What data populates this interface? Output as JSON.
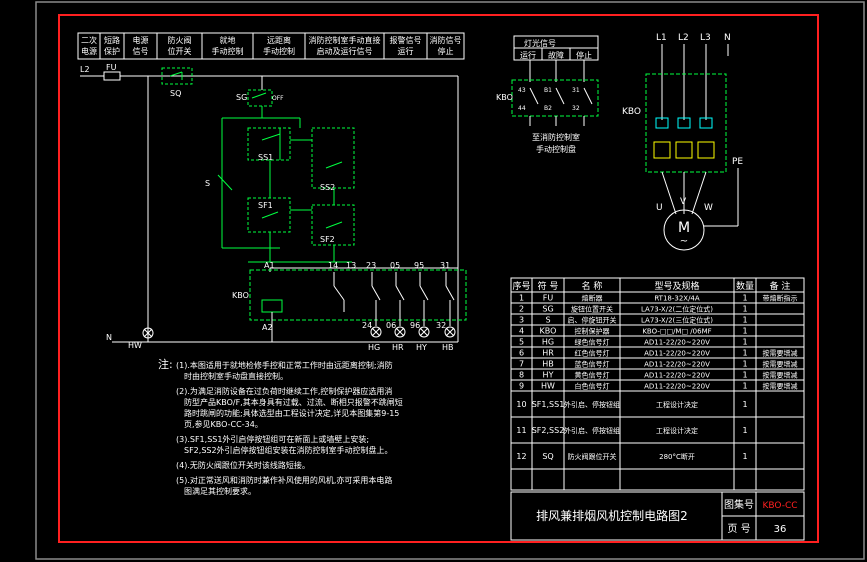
{
  "colors": {
    "background": "#000000",
    "outer_border": "#8a8a8a",
    "frame": "#ff2020",
    "wire": "#ffffff",
    "control": "#00ff40",
    "device": "#00ffff",
    "text": "#ffffff"
  },
  "header_cells": [
    "二次\n电源",
    "短路\n保护",
    "电源\n信号",
    "防火阀\n位开关",
    "就地\n手动控制",
    "远距离\n手动控制",
    "消防控制室手动直接\n启动及运行信号",
    "报警信号\n运行",
    "消防信号\n停止"
  ],
  "circuit_labels": {
    "l2": "L2",
    "n": "N",
    "fu": "FU",
    "sq": "SQ",
    "sg": "SG",
    "off": "OFF",
    "s": "S",
    "ss1": "SS1",
    "ss2": "SS2",
    "sf1": "SF1",
    "sf2": "SF2",
    "kbo_main": "KBO",
    "a1": "A1",
    "a2": "A2",
    "n14": "14",
    "n13": "13",
    "n23": "23",
    "n05": "05",
    "n95": "95",
    "n31": "31",
    "n24": "24",
    "n06": "06",
    "n96": "96",
    "n32": "32",
    "hw": "HW",
    "hg": "HG",
    "hr": "HR",
    "hy": "HY",
    "hb": "HB"
  },
  "remote_panel": {
    "header": [
      "灯光信号",
      "运行",
      "故障",
      "停止"
    ],
    "kbo": "KBO",
    "n43": "43",
    "n44": "44",
    "n81": "B1",
    "n82": "B2",
    "n31": "31",
    "n32": "32",
    "caption": "至消防控制室\n手动控制盘"
  },
  "power": {
    "l1": "L1",
    "l2": "L2",
    "l3": "L3",
    "n": "N",
    "kbo": "KBO",
    "pe": "PE",
    "u": "U",
    "v": "V",
    "w": "W",
    "motor": "M",
    "motor_sym": "~"
  },
  "notes": {
    "title": "注:",
    "items": [
      "(1).本图适用于就地检修手控和正常工作时由远距离控制;消防时由控制室手动盘直接控制。",
      "(2).为满足消防设备在过负荷时继续工作,控制保护器应选用消防型产品KBO/F,其本身具有过载、过流、断相只报警不跳闸短路时跳闸的功能;具体选型由工程设计决定,详见本图集第9-15页,参见KBO-CC-34。",
      "(3).SF1,SS1外引启停按钮组可在新面上或墙壁上安装;SF2,SS2外引启停按钮组安装在消防控制室手动控制盘上。",
      "(4).无防火阀跟位开关时该线路短接。",
      "(5).对正常送风和消防时兼作补风使用的风机,亦可采用本电路图满足其控制要求。"
    ]
  },
  "table": {
    "headers": [
      "序号",
      "符 号",
      "名 称",
      "型号及规格",
      "数量",
      "备 注"
    ],
    "rows": [
      [
        "1",
        "FU",
        "熔断器",
        "RT18-32X/4A",
        "1",
        "带熔断指示"
      ],
      [
        "2",
        "SG",
        "旋钮位置开关",
        "LA73-X/2(二位定位式)",
        "1",
        ""
      ],
      [
        "3",
        "S",
        "启、停旋钮开关",
        "LA73-X/2(三位定位式)",
        "1",
        ""
      ],
      [
        "4",
        "KBO",
        "控制保护器",
        "KBO-□□/M□ /06MF",
        "1",
        ""
      ],
      [
        "5",
        "HG",
        "绿色信号灯",
        "AD11-22/20~220V",
        "1",
        ""
      ],
      [
        "6",
        "HR",
        "红色信号灯",
        "AD11-22/20~220V",
        "1",
        "按需要增减"
      ],
      [
        "7",
        "HB",
        "蓝色信号灯",
        "AD11-22/20~220V",
        "1",
        "按需要增减"
      ],
      [
        "8",
        "HY",
        "黄色信号灯",
        "AD11-22/20~220V",
        "1",
        "按需要增减"
      ],
      [
        "9",
        "HW",
        "白色信号灯",
        "AD11-22/20~220V",
        "1",
        "按需要增减"
      ],
      [
        "10",
        "SF1,SS1",
        "外引启、停按钮组",
        "工程设计决定",
        "1",
        ""
      ],
      [
        "11",
        "SF2,SS2",
        "外引启、停按钮组",
        "工程设计决定",
        "1",
        ""
      ],
      [
        "12",
        "SQ",
        "防火阀跟位开关",
        "280°C断开",
        "1",
        ""
      ]
    ]
  },
  "title_block": {
    "title": "排风兼排烟风机控制电路图2",
    "atlas_label": "图集号",
    "atlas_value": "KBO-CC",
    "page_label": "页 号",
    "page_value": "36"
  }
}
